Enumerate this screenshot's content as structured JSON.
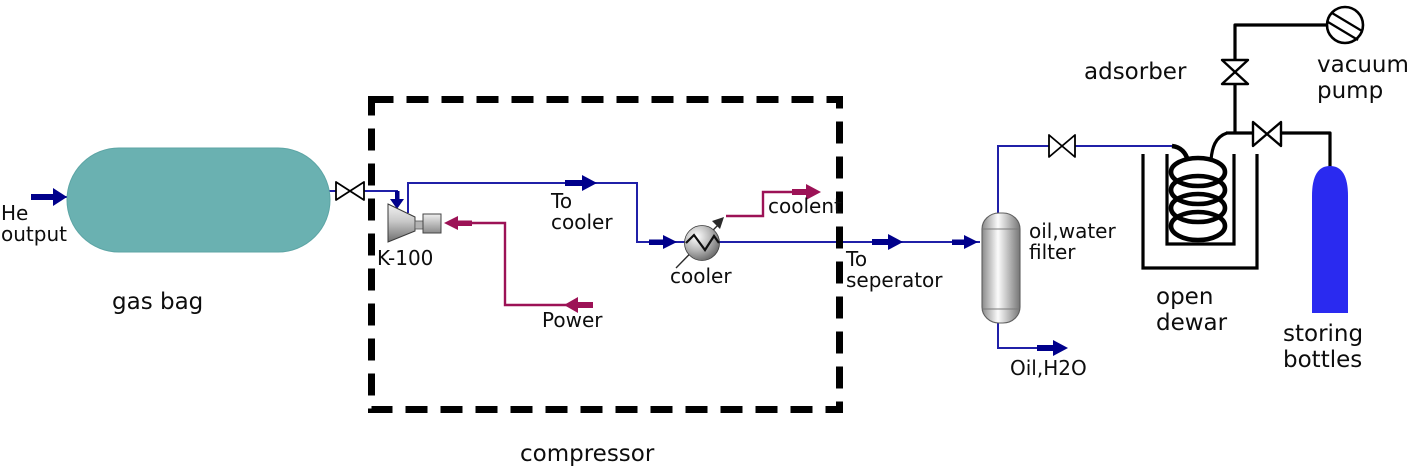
{
  "diagram": {
    "title": "helium recovery process flow diagram",
    "labels": {
      "he_output": "He\noutput",
      "gas_bag": "gas bag",
      "compressor_tag": "K-100",
      "to_cooler": "To\ncooler",
      "power": "Power",
      "cooler": "cooler",
      "coolant": "coolent",
      "to_separator": "To\nseperator",
      "oil_water_filter": "oil,water\nfilter",
      "oil_h2o": "Oil,H2O",
      "adsorber": "adsorber",
      "vacuum_pump": "vacuum\npump",
      "open_dewar": "open\ndewar",
      "storing_bottles": "storing\nbottles",
      "compressor_box": "compressor"
    },
    "colors": {
      "gas_bag_fill": "#6ab1b1",
      "process_stream_line": "#2020a8",
      "process_stream_arrow": "#00008b",
      "energy_stream": "#9c1256",
      "equipment_line": "#000000",
      "bottle_fill": "#2a2af0",
      "label_text": "#0d0d0d",
      "background": "#ffffff"
    },
    "equipment_icons": [
      "gas-bag-vessel-icon",
      "valve-icon",
      "compressor-k100-icon",
      "cooler-heat-exchanger-icon",
      "oil-water-filter-vessel-icon",
      "adsorber-coil-icon",
      "open-dewar-icon",
      "vacuum-pump-icon",
      "storing-bottle-icon",
      "dashed-boundary-box"
    ]
  }
}
